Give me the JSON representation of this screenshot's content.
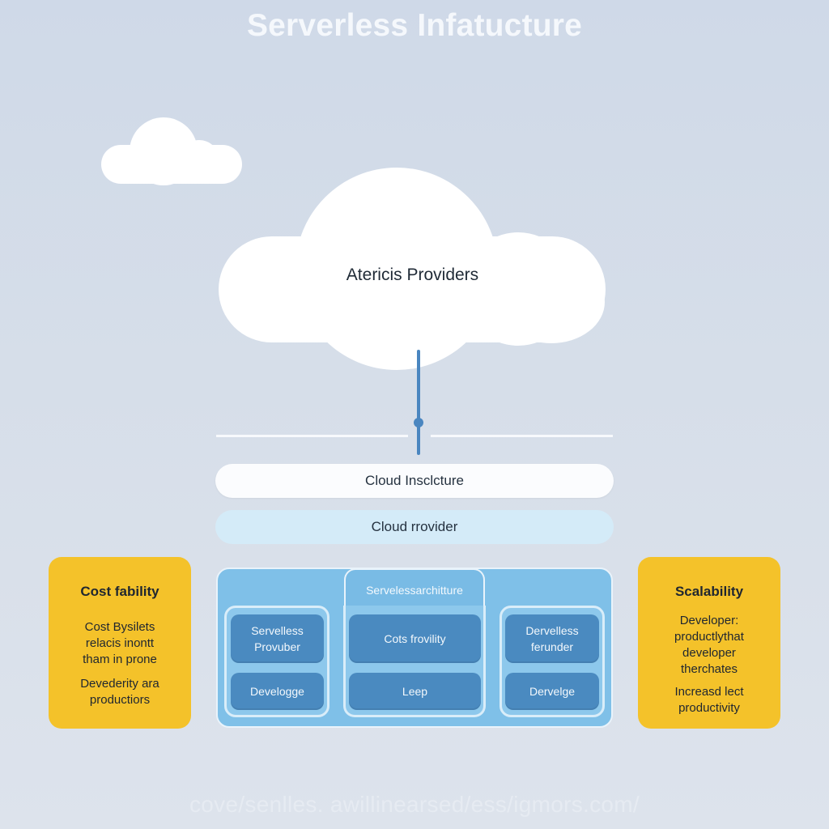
{
  "title": "Serverless Infatucture",
  "main_cloud": {
    "label": "Atericis Providers"
  },
  "bars": {
    "infrastructure": "Cloud Insclcture",
    "provider": "Cloud rrovider"
  },
  "left_card": {
    "heading": "Cost fability",
    "body_line1": "Cost Bysilets",
    "body_line2": "relacis inontt",
    "body_line3": "tham in prone",
    "body2_line1": "Devederity ara",
    "body2_line2": "productiors"
  },
  "right_card": {
    "heading": "Scalability",
    "body_line1": "Developer:",
    "body_line2": "productlythat",
    "body_line3": "developer",
    "body_line4": "therchates",
    "body2_line1": "Increasd lect",
    "body2_line2": "productivity"
  },
  "architecture": {
    "tab_label": "Servelessarchitture",
    "left_top_line1": "Servelless",
    "left_top_line2": "Provuber",
    "left_bottom": "Develogge",
    "mid_top": "Cots frovility",
    "mid_bottom": "Leep",
    "right_top_line1": "Dervelless",
    "right_top_line2": "ferunder",
    "right_bottom": "Dervelge"
  },
  "footer": "cove/senlles. awillinearsed/ess/igmors.com/",
  "colors": {
    "accent_yellow": "#f4c22a",
    "panel_blue": "#7fc0e8",
    "button_blue": "#4a8ac0",
    "connector_blue": "#4a86c0"
  }
}
